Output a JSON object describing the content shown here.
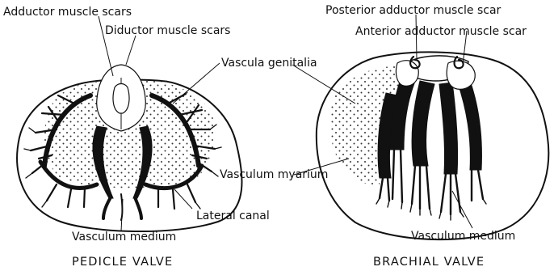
{
  "pedicle": {
    "caption": "PEDICLE VALVE",
    "labels": {
      "adductor": "Adductor muscle scars",
      "diductor": "Diductor muscle scars",
      "genitalia": "Vascula genitalia",
      "myarium": "Vasculum myarium",
      "lateral": "Lateral canal",
      "medium": "Vasculum medium"
    }
  },
  "brachial": {
    "caption": "BRACHIAL VALVE",
    "labels": {
      "posterior": "Posterior adductor muscle scar",
      "anterior": "Anterior adductor muscle scar",
      "medium": "Vasculum medium"
    }
  }
}
